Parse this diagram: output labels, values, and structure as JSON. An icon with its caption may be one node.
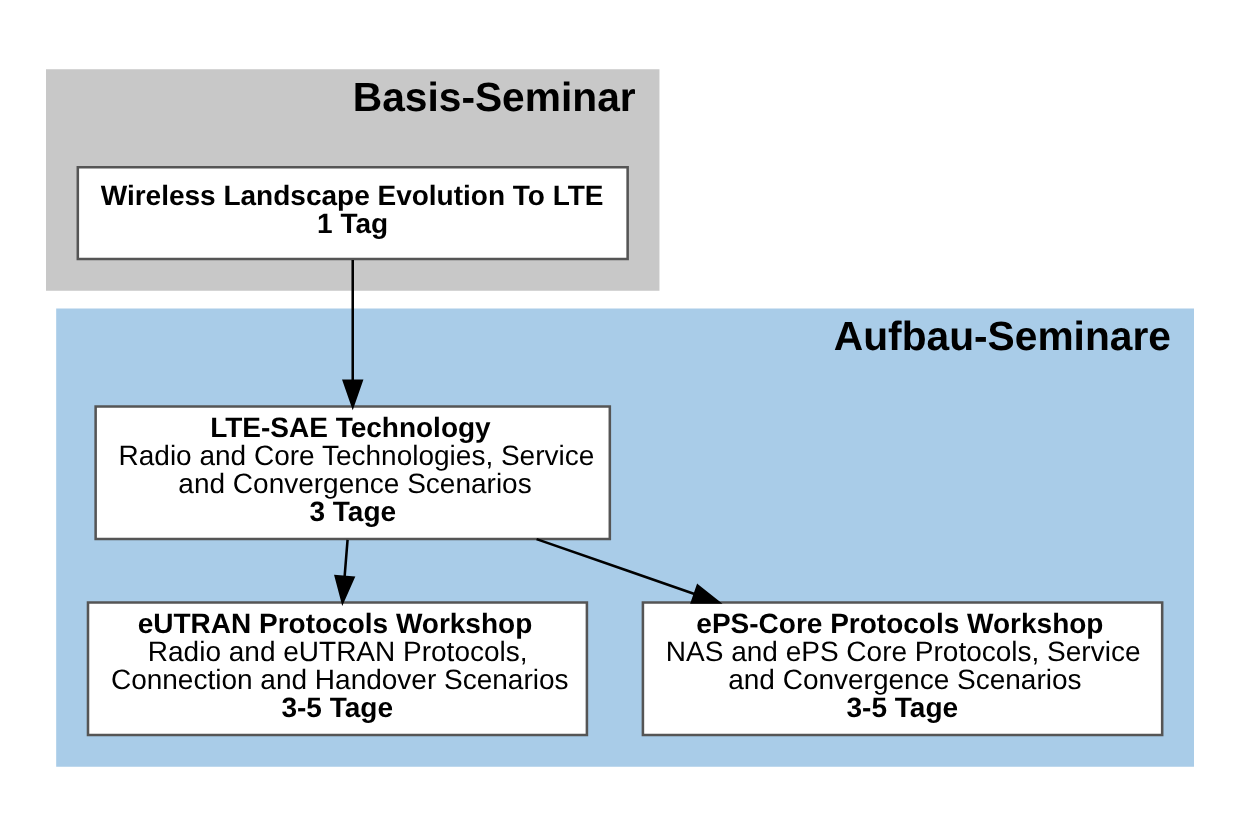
{
  "diagram": {
    "nodes": [
      {
        "text": [
          "Basis-Seminar"
        ]
      },
      {
        "text": [
          "Wireless Landscape Evolution To LTE",
          "1 Tag"
        ],
        "in": 0
      },
      {
        "text": [
          "Aufbau-Seminare"
        ]
      },
      {
        "text": [
          "LTE-SAE Technology",
          "Radio and Core Technologies, Service and Convergence Scenarios",
          "3 Tage"
        ],
        "in": 2
      },
      {
        "text": [
          "eUTRAN Protocols Workshop",
          "Radio and eUTRAN Protocols, Connection and Handover Scenarios",
          "3-5 Tage"
        ],
        "in": 2
      },
      {
        "text": [
          "ePS-Core Protocols Workshop",
          "NAS and ePS Core Protocols, Service and Convergence Scenarios",
          "3-5 Tage"
        ],
        "in": 2
      }
    ],
    "edges": [
      {
        "from": 1,
        "to": 3,
        "arrow": "to"
      },
      {
        "from": 3,
        "to": 4,
        "arrow": "to"
      },
      {
        "from": 3,
        "to": 5,
        "arrow": "to"
      }
    ]
  }
}
